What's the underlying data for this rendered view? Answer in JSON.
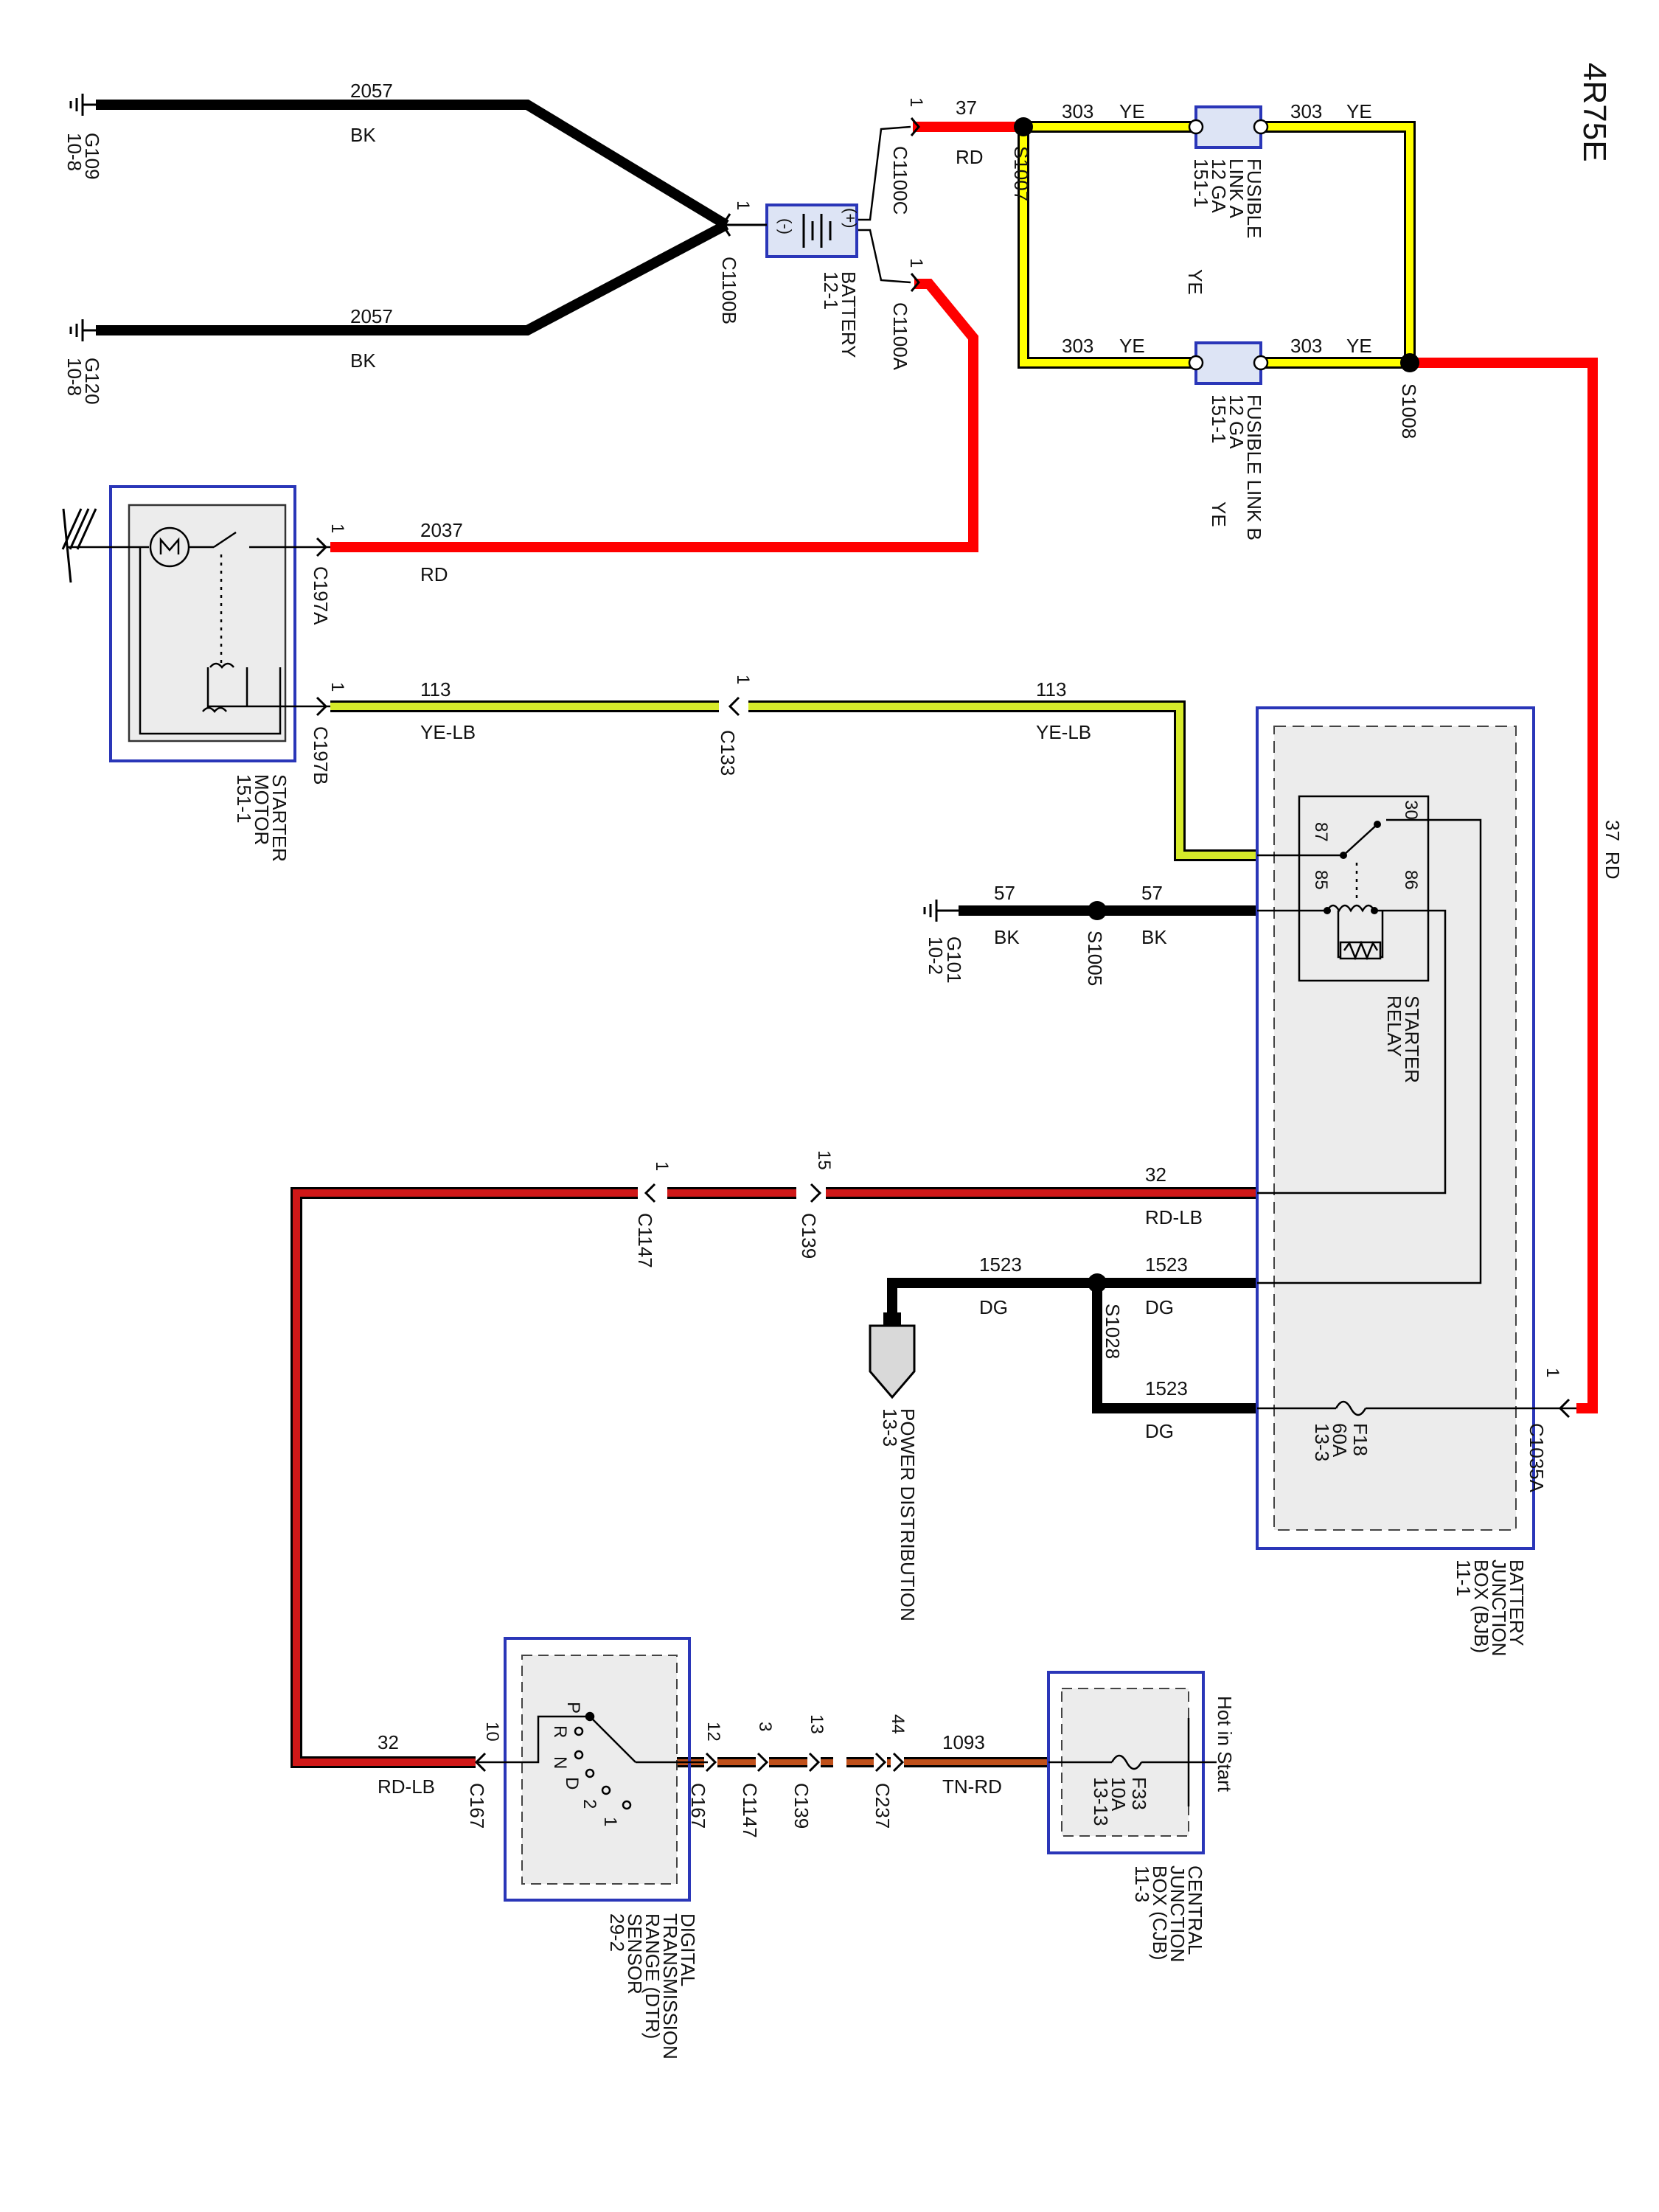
{
  "page_title": "4R75E",
  "grounds": {
    "g109": {
      "name": "G109",
      "ref": "10-8"
    },
    "g120": {
      "name": "G120",
      "ref": "10-8"
    },
    "g101": {
      "name": "G101",
      "ref": "10-2"
    }
  },
  "battery": {
    "name": "BATTERY",
    "ref": "12-1",
    "neg": "(-)",
    "pos": "(+)"
  },
  "connectors": {
    "c1100b": {
      "name": "C1100B",
      "pin": "1"
    },
    "c1100c": {
      "name": "C1100C",
      "pin": "1"
    },
    "c1100a": {
      "name": "C1100A",
      "pin": "1"
    },
    "c197a": {
      "name": "C197A",
      "pin": "1"
    },
    "c197b": {
      "name": "C197B",
      "pin": "1"
    },
    "c133": {
      "name": "C133",
      "pin": "1"
    },
    "c1035a": {
      "name": "C1035A",
      "pin": "1"
    },
    "c1147_top": {
      "name": "C1147",
      "pin": "1"
    },
    "c139_top": {
      "name": "C139",
      "pin": "15"
    },
    "c167_left": {
      "name": "C167",
      "pin": "10"
    },
    "c167_right": {
      "name": "C167",
      "pin": "12"
    },
    "c1147_bottom": {
      "name": "C1147",
      "pin": "3"
    },
    "c139_bottom": {
      "name": "C139",
      "pin": "13"
    },
    "c237": {
      "name": "C237",
      "pin": "44"
    }
  },
  "splices": {
    "s1007": "S1007",
    "s1008": "S1008",
    "s1005": "S1005",
    "s1028": "S1028"
  },
  "wires": {
    "w2057_top": {
      "circuit": "2057",
      "color": "BK"
    },
    "w2057_bottom": {
      "circuit": "2057",
      "color": "BK"
    },
    "w37_top": {
      "circuit": "37",
      "color": "RD"
    },
    "w303_a_left": {
      "circuit": "303",
      "color": "YE"
    },
    "w303_a_right": {
      "circuit": "303",
      "color": "YE"
    },
    "w303_b_left": {
      "circuit": "303",
      "color": "YE"
    },
    "w303_b_right": {
      "circuit": "303",
      "color": "YE"
    },
    "w37_right": {
      "circuit": "37",
      "color": "RD"
    },
    "w2037": {
      "circuit": "2037",
      "color": "RD"
    },
    "w113_left": {
      "circuit": "113",
      "color": "YE-LB"
    },
    "w113_right": {
      "circuit": "113",
      "color": "YE-LB"
    },
    "w57_left": {
      "circuit": "57",
      "color": "BK"
    },
    "w57_right": {
      "circuit": "57",
      "color": "BK"
    },
    "w32_top": {
      "circuit": "32",
      "color": "RD-LB"
    },
    "w1523_left": {
      "circuit": "1523",
      "color": "DG"
    },
    "w1523_right": {
      "circuit": "1523",
      "color": "DG"
    },
    "w1523_bottom": {
      "circuit": "1523",
      "color": "DG"
    },
    "w32_bottom": {
      "circuit": "32",
      "color": "RD-LB"
    },
    "w1093": {
      "circuit": "1093",
      "color": "TN-RD"
    }
  },
  "fusible_link_a": {
    "line1": "FUSIBLE",
    "line2": "LINK A",
    "line3": "12 GA",
    "line4": "151-1",
    "color": "YE"
  },
  "fusible_link_b": {
    "line1": "FUSIBLE LINK B",
    "line2": "12 GA",
    "line3": "151-1",
    "color": "YE"
  },
  "starter_motor": {
    "line1": "STARTER",
    "line2": "MOTOR",
    "line3": "151-1"
  },
  "starter_relay": {
    "line1": "STARTER",
    "line2": "RELAY",
    "pin30": "30",
    "pin87": "87",
    "pin85": "85",
    "pin86": "86"
  },
  "fuse_f18": {
    "name": "F18",
    "rating": "60A",
    "ref": "13-3"
  },
  "bjb": {
    "line1": "BATTERY",
    "line2": "JUNCTION",
    "line3": "BOX (BJB)",
    "line4": "11-1"
  },
  "power_distribution": {
    "name": "POWER DISTRIBUTION",
    "ref": "13-3"
  },
  "cjb": {
    "line1": "CENTRAL",
    "line2": "JUNCTION",
    "line3": "BOX (CJB)",
    "line4": "11-3",
    "hot": "Hot in Start"
  },
  "fuse_f33": {
    "name": "F33",
    "rating": "10A",
    "ref": "13-13"
  },
  "dtr": {
    "line1": "DIGITAL",
    "line2": "TRANSMISSION",
    "line3": "RANGE (DTR)",
    "line4": "SENSOR",
    "line5": "29-2",
    "pos_p": "P",
    "pos_r": "R",
    "pos_n": "N",
    "pos_d": "D",
    "pos_2": "2",
    "pos_1": "1"
  },
  "colors": {
    "black": "#000000",
    "red": "#ff0000",
    "yellow": "#ffff00",
    "yellow_lb": "#d6ea2a",
    "brown": "#c0501a",
    "box_border": "#2a36b8",
    "box_fill": "#ececec"
  }
}
